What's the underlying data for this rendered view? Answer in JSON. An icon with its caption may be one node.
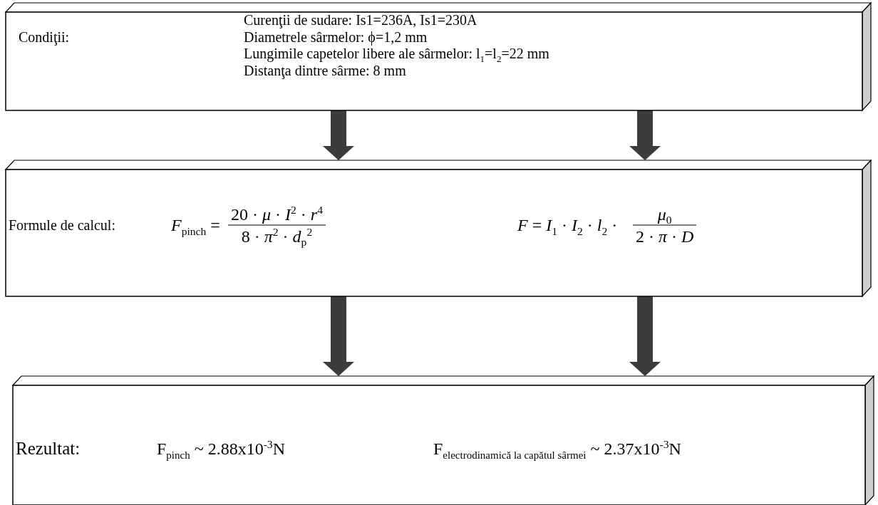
{
  "diagram": {
    "nodes": [
      {
        "text": [
          "Condiţii:",
          "Curenţii de sudare: Is1=236A, Is1=230A",
          "Diametrele sârmelor: ϕ=1,2 mm",
          "Lungimile capetelor libere ale sârmelor: l$_{1}$=l$_{2}$=22 mm",
          "Distanţa dintre sârme: 8 mm"
        ]
      },
      {
        "text": [
          "Formule de calcul:",
          "*F*$_{pinch}$ =",
          "20 · *μ* · *I*$^{2}$ · *r*$^{4}$",
          "8 · *π*$^{2}$ · *d*$_{p}$$^{2}$",
          "*F* = *I*$_{1}$ · *I*$_{2}$ · *l*$_{2}$ ·",
          "*μ*$_{0}$",
          "2 · *π* · *D*"
        ]
      },
      {
        "text": [
          "Rezultat:",
          "F$_{pinch}$ ~ 2.88x10$^{-3}$N",
          "F$_{electrodinamică la capătul sârmei}$ ~ 2.37x10$^{-3}$N"
        ]
      }
    ],
    "edges": [
      {
        "from": 0,
        "to": 1,
        "arrow": "to"
      },
      {
        "from": 0,
        "to": 1,
        "arrow": "to"
      },
      {
        "from": 1,
        "to": 2,
        "arrow": "to"
      },
      {
        "from": 1,
        "to": 2,
        "arrow": "to"
      }
    ]
  }
}
